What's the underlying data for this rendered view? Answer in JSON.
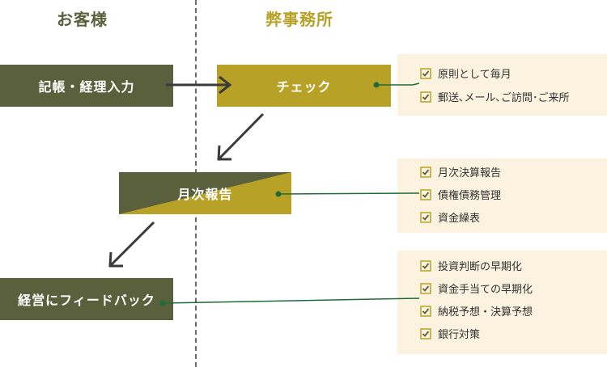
{
  "headers": {
    "client": "お客様",
    "office": "弊事務所"
  },
  "boxes": {
    "entry": "記帳・経理入力",
    "check": "チェック",
    "monthly": "月次報告",
    "feedback": "経営にフィードバック"
  },
  "panels": [
    {
      "items": [
        "原則として毎月",
        "郵送､メール､ご訪問･ご来所"
      ]
    },
    {
      "items": [
        "月次決算報告",
        "債権債務管理",
        "資金繰表"
      ]
    },
    {
      "items": [
        "投資判断の早期化",
        "資金手当ての早期化",
        "納税予想・決算予想",
        "銀行対策"
      ]
    }
  ],
  "colors": {
    "olive": "#5a5f3c",
    "gold": "#b7a227",
    "panel_bg": "#fbf3df",
    "connector": "#1f6b3a"
  }
}
